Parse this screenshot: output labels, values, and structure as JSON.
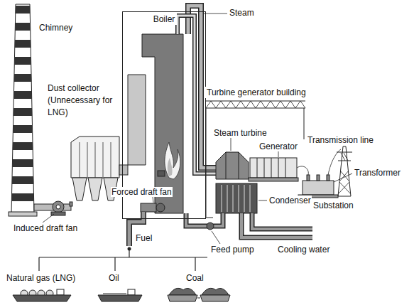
{
  "diagram": {
    "nodes": [
      {
        "text": [
          "Boiler"
        ]
      },
      {
        "text": [
          "Turbine generator building"
        ]
      }
    ],
    "labels": [
      "Chimney",
      "Dust collector (Unnecessary for LNG)",
      "Induced draft fan",
      "Steam",
      "Forced draft fan",
      "Fuel",
      "Natural gas (LNG)",
      "Oil",
      "Coal",
      "Steam turbine",
      "Generator",
      "Transmission line",
      "Transformer",
      "Condenser",
      "Substation",
      "Feed pump",
      "Cooling water"
    ]
  }
}
